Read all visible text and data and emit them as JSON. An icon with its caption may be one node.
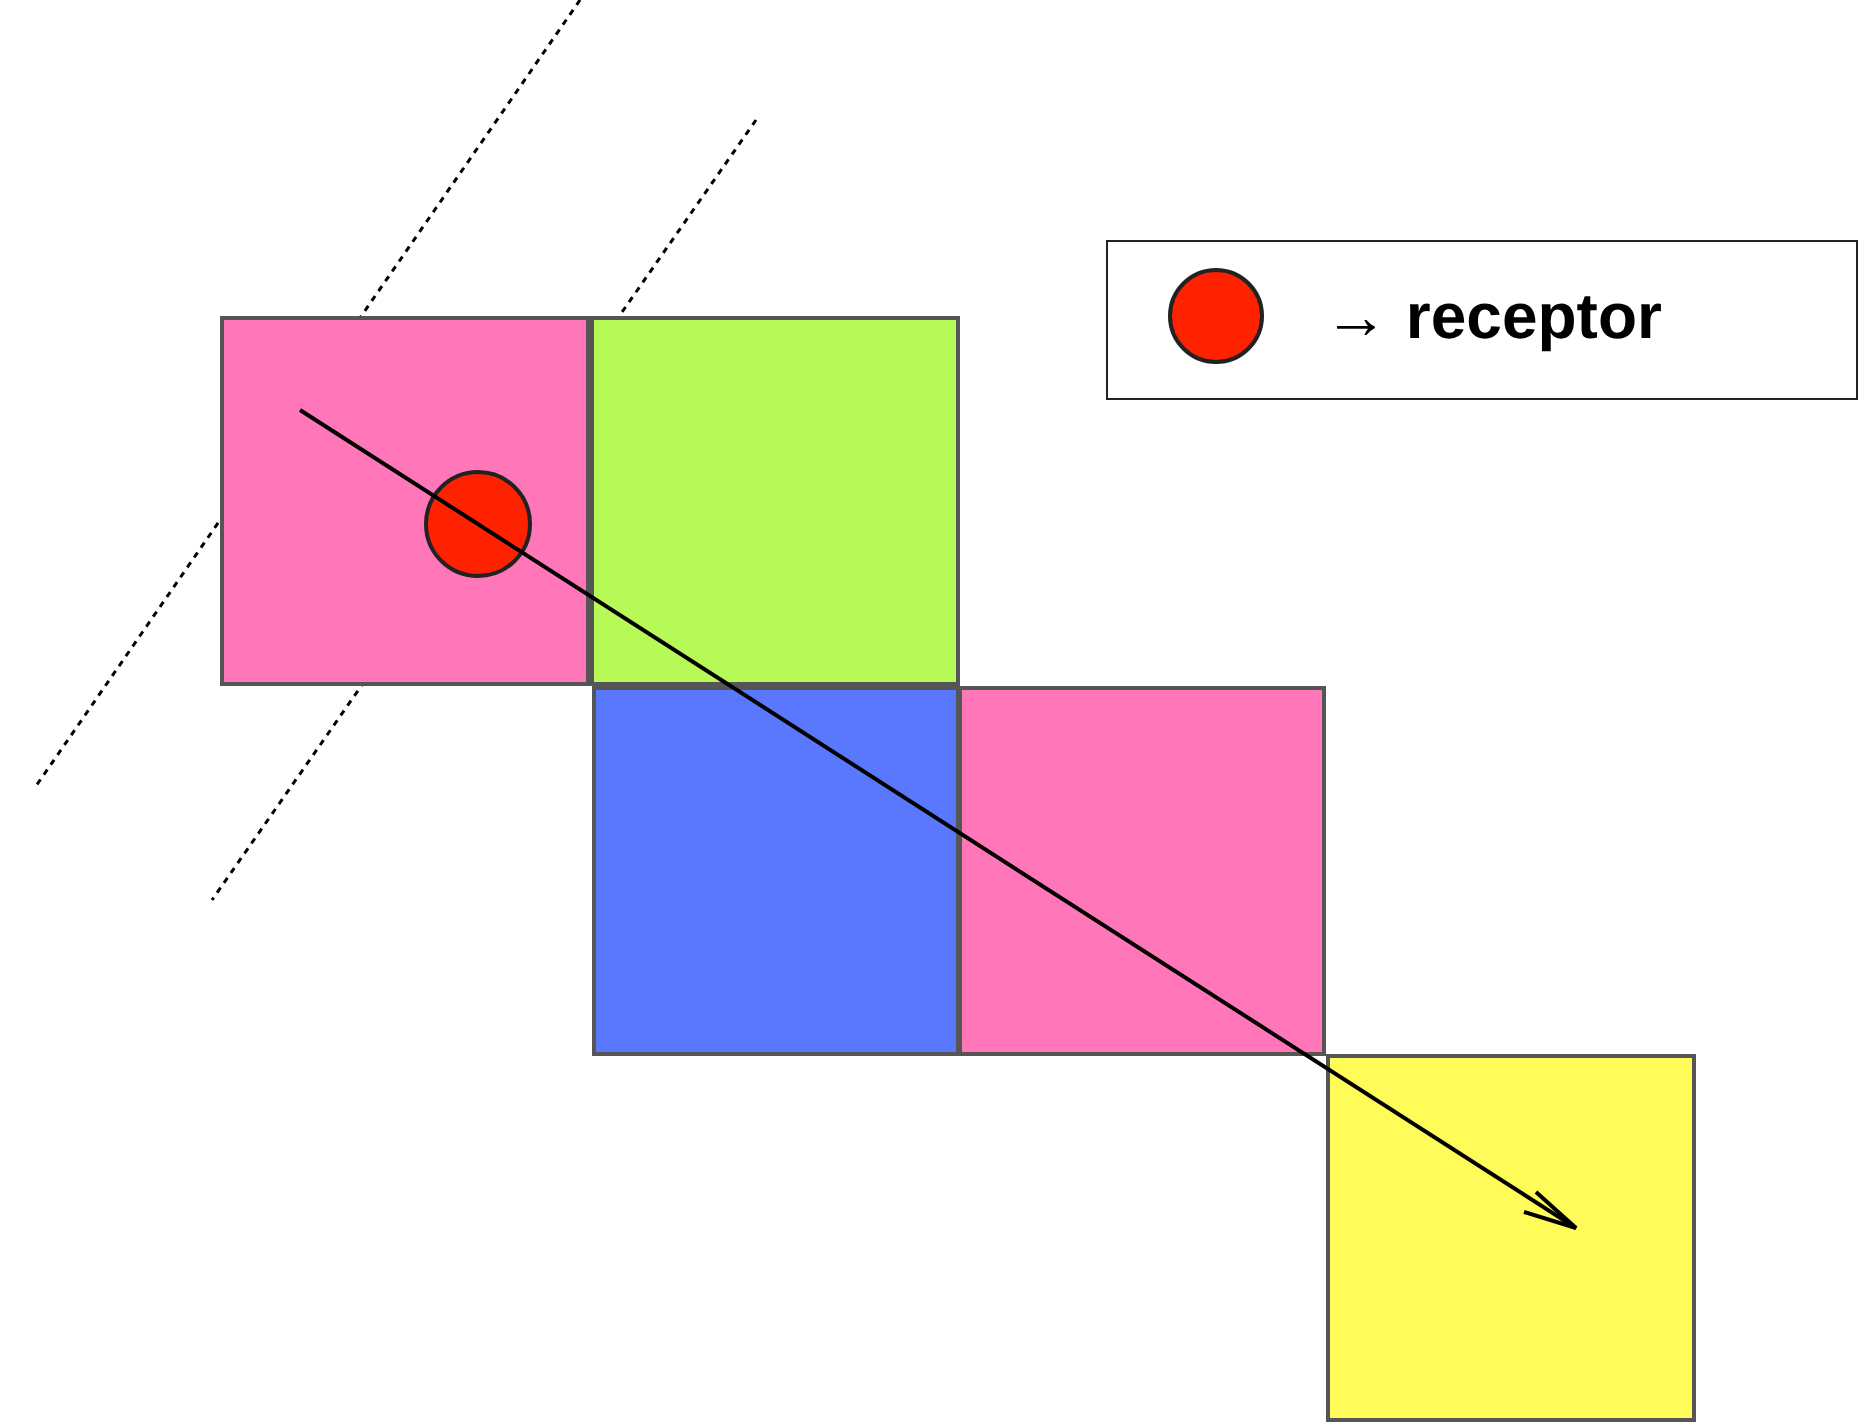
{
  "diagram": {
    "nodes": [
      {
        "text": [],
        "shape": "box"
      },
      {
        "text": [],
        "shape": "box"
      },
      {
        "text": [],
        "shape": "box"
      },
      {
        "text": [],
        "shape": "box"
      },
      {
        "text": [],
        "shape": "box"
      },
      {
        "text": [],
        "shape": "circle",
        "in": 0
      }
    ],
    "legend": [
      {
        "text": "→ receptor"
      }
    ]
  }
}
